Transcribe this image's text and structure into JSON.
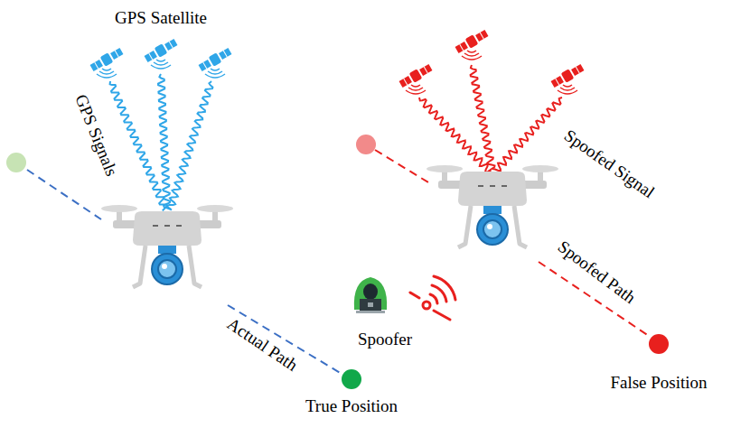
{
  "diagram": {
    "nodes": [
      {
        "text": [
          "True Position"
        ]
      },
      {
        "text": [
          "False Position"
        ]
      }
    ],
    "labels": [
      "GPS Satellite",
      "GPS Signals",
      "Actual Path",
      "Spoofer",
      "Spoofed Signal",
      "Spoofed Path"
    ]
  }
}
